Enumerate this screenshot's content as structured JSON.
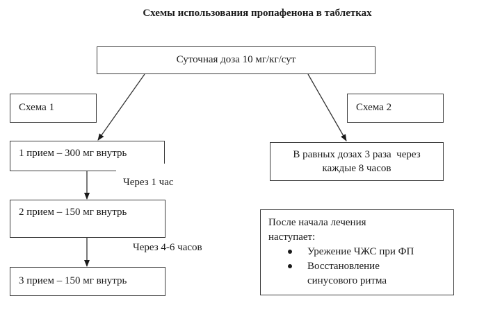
{
  "title": "Схемы использования пропафенона в таблетках",
  "daily_dose": "Суточная доза 10 мг/кг/сут",
  "scheme1": {
    "label": "Схема 1",
    "steps": [
      "1 прием – 300 мг внутрь",
      "2 прием – 150 мг внутрь",
      "3 прием – 150 мг внутрь"
    ],
    "intervals": [
      "Через 1 час",
      "Через 4-6 часов"
    ]
  },
  "scheme2": {
    "label": "Схема 2",
    "description_line1": "В равных дозах 3 раза  через",
    "description_line2": "каждые 8 часов"
  },
  "outcome": {
    "intro_line1": "После начала лечения",
    "intro_line2": "наступает:",
    "items": [
      "Урежение ЧЖС при ФП",
      "Восстановление",
      "синусового ритма"
    ]
  }
}
